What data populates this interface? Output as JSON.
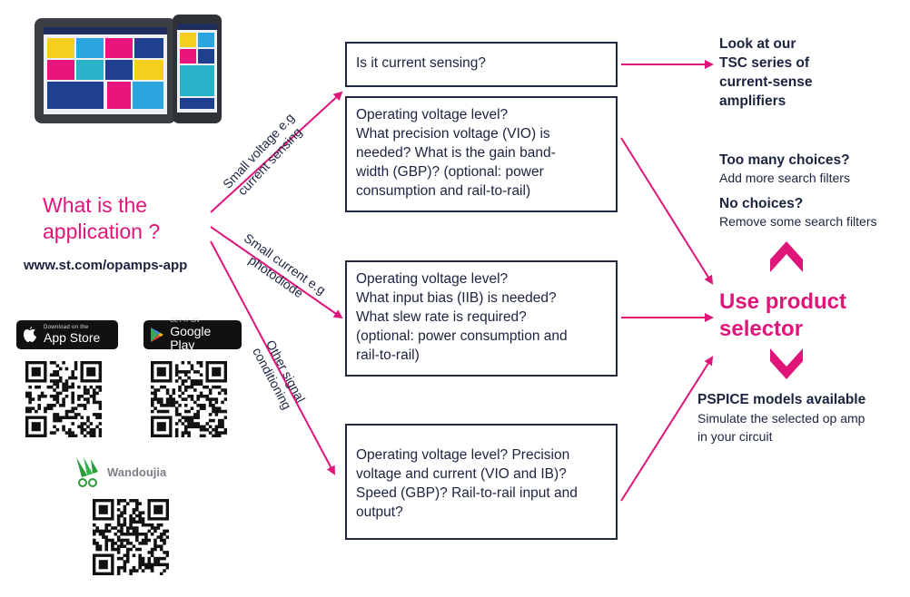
{
  "left": {
    "question": [
      "What is the",
      "application ?"
    ],
    "url": "www.st.com/opamps-app",
    "app_store": {
      "small": "Download on the",
      "big": "App Store"
    },
    "google_play": {
      "small": "GET IT ON",
      "big": "Google Play"
    },
    "wandoujia": "Wandoujia"
  },
  "branches": {
    "top": [
      "Small voltage e.g",
      "current sensing"
    ],
    "middle": [
      "Small current e.g",
      "photodiode"
    ],
    "bottom": [
      "Other signal",
      "conditioning"
    ]
  },
  "boxes": {
    "current_sensing": "Is it current sensing?",
    "voltage": [
      "Operating voltage level?",
      "What precision voltage (VIO) is",
      "needed? What is the gain band-",
      "width (GBP)? (optional: power",
      "consumption and rail-to-rail)"
    ],
    "current": [
      "Operating voltage level?",
      "What input bias (IIB) is needed?",
      "What slew rate is required?",
      "(optional: power consumption and",
      "rail-to-rail)"
    ],
    "other": [
      "Operating voltage level? Precision",
      "voltage and current (VIO and IB)?",
      "Speed (GBP)? Rail-to-rail input and",
      "output?"
    ]
  },
  "right": {
    "tsc": [
      "Look at our",
      "TSC series of",
      "current-sense",
      "amplifiers"
    ],
    "too_many_title": "Too many choices?",
    "too_many_sub": "Add more search filters",
    "no_choices_title": "No choices?",
    "no_choices_sub": "Remove some search filters",
    "selector": [
      "Use product",
      "selector"
    ],
    "pspice_title": "PSPICE models available",
    "pspice_sub": [
      "Simulate the selected op amp",
      "in your circuit"
    ]
  },
  "colors": {
    "accent": "#e0157a",
    "text": "#1b2340",
    "border": "#22283f"
  }
}
